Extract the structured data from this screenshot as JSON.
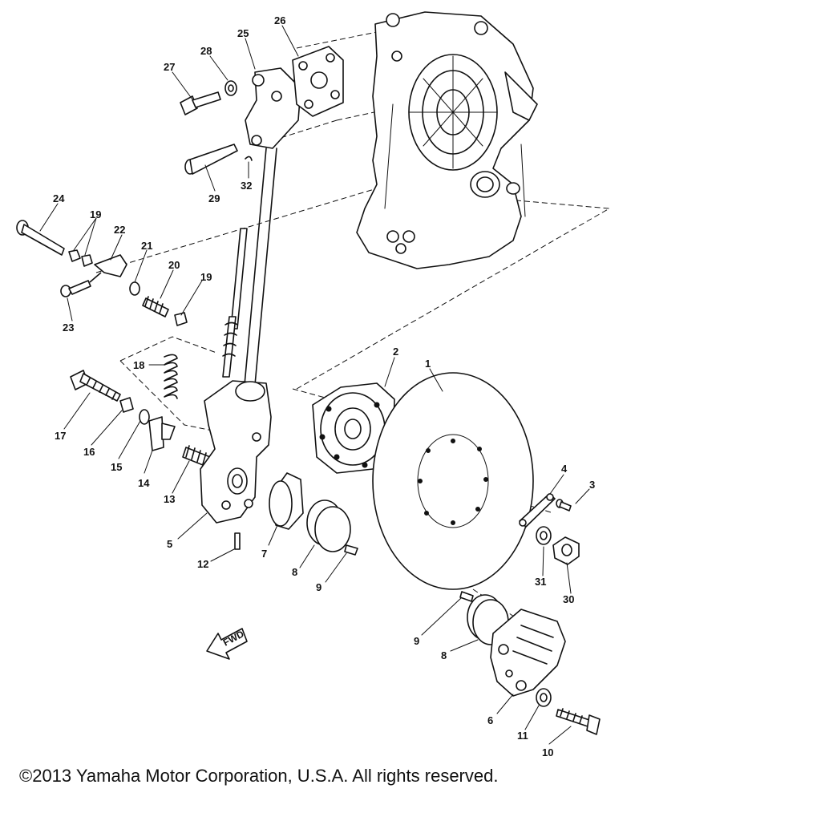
{
  "diagram": {
    "type": "exploded-parts-diagram",
    "direction_label": "FWD",
    "callouts": [
      "1",
      "2",
      "3",
      "4",
      "5",
      "6",
      "7",
      "8",
      "8",
      "9",
      "9",
      "10",
      "11",
      "12",
      "13",
      "14",
      "15",
      "16",
      "17",
      "18",
      "19",
      "19",
      "20",
      "21",
      "22",
      "23",
      "24",
      "25",
      "26",
      "27",
      "28",
      "29",
      "30",
      "31",
      "32"
    ]
  },
  "footer": {
    "copyright": "©2013 Yamaha Motor Corporation, U.S.A. All rights reserved."
  }
}
